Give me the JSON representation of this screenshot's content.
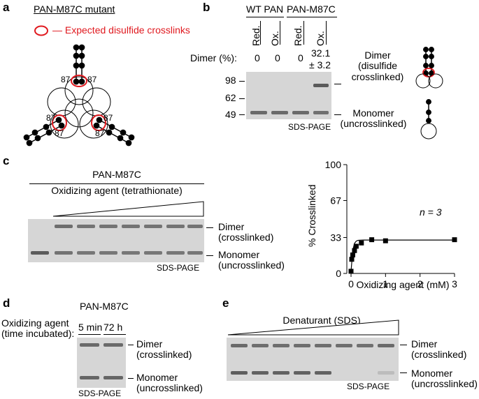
{
  "panel_a": {
    "letter": "a",
    "title": "PAN-M87C mutant",
    "legend_text": "— Expected disulfide crosslinks",
    "residue_label": "87",
    "circle_color": "#e0191f"
  },
  "panel_b": {
    "letter": "b",
    "group_wt": "WT PAN",
    "group_mut": "PAN-M87C",
    "lanes": [
      "Red.",
      "Ox.",
      "Red.",
      "Ox."
    ],
    "dimer_header": "Dimer (%):",
    "dimer_values": [
      "0",
      "0",
      "0",
      "32.1"
    ],
    "dimer_error": "± 3.2",
    "mw_markers": [
      "98",
      "62",
      "49"
    ],
    "gel_caption": "SDS-PAGE",
    "dimer_label_1": "Dimer",
    "dimer_label_2": "(disulfide",
    "dimer_label_3": "crosslinked)",
    "monomer_label_1": "Monomer",
    "monomer_label_2": "(uncrosslinked)"
  },
  "panel_c": {
    "letter": "c",
    "title": "PAN-M87C",
    "subtitle": "Oxidizing agent (tetrathionate)",
    "gel_caption": "SDS-PAGE",
    "dimer_label_1": "Dimer",
    "dimer_label_2": "(crosslinked)",
    "monomer_label_1": "Monomer",
    "monomer_label_2": "(uncrosslinked)"
  },
  "panel_d": {
    "letter": "d",
    "title": "PAN-M87C",
    "row_label_1": "Oxidizing agent",
    "row_label_2": "(time incubated):",
    "lanes": [
      "5 min",
      "72 h"
    ],
    "gel_caption": "SDS-PAGE",
    "dimer_label_1": "Dimer",
    "dimer_label_2": "(crosslinked)",
    "monomer_label_1": "Monomer",
    "monomer_label_2": "(uncrosslinked)"
  },
  "panel_e": {
    "letter": "e",
    "title": "Denaturant (SDS)",
    "gel_caption": "SDS-PAGE",
    "dimer_label_1": "Dimer",
    "dimer_label_2": "(crosslinked)",
    "monomer_label_1": "Monomer",
    "monomer_label_2": "(uncrosslinked)"
  },
  "chart_data": {
    "type": "scatter",
    "xlabel": "Oxidizing agent (mM)",
    "ylabel": "% Crosslinked",
    "annotation": "n = 3",
    "xlim": [
      0,
      3
    ],
    "ylim": [
      0,
      100
    ],
    "xticks": [
      0,
      1,
      2,
      3
    ],
    "yticks": [
      0,
      33,
      67,
      100
    ],
    "x": [
      0,
      0.02,
      0.05,
      0.1,
      0.15,
      0.3,
      0.6,
      1.0,
      3.0
    ],
    "y": [
      2,
      13,
      17,
      21,
      25,
      28,
      31,
      30,
      31
    ],
    "fit_line": true,
    "marker_color": "#000000"
  }
}
